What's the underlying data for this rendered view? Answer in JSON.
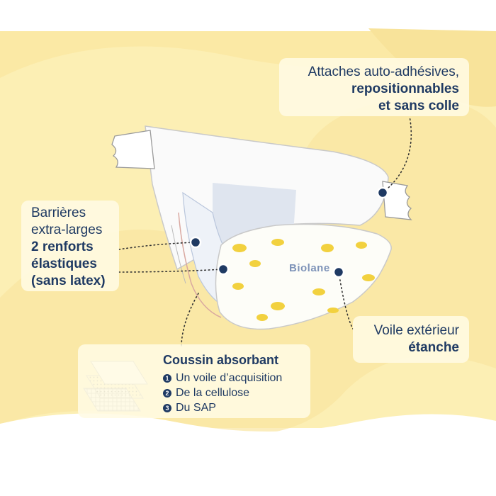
{
  "labels": {
    "attaches": {
      "line1": "Attaches auto-adhésives,",
      "line2": "repositionnables",
      "line3": "et sans colle"
    },
    "barrieres": {
      "line1": "Barrières",
      "line2": "extra-larges",
      "line3": "2 renforts",
      "line4": "élastiques",
      "line5": "(sans latex)"
    },
    "voile": {
      "line1": "Voile extérieur",
      "line2": "étanche"
    },
    "coussin": {
      "title": "Coussin absorbant",
      "items": [
        {
          "num": "1",
          "text": "Un voile d’acquisition"
        },
        {
          "num": "2",
          "text": "De la cellulose"
        },
        {
          "num": "3",
          "text": "Du SAP"
        }
      ]
    }
  },
  "product": {
    "brand": "Biolane"
  },
  "colors": {
    "navy": "#1f3a63",
    "yellow_light": "#fcefb4",
    "yellow_mid": "#f8e39a",
    "label_bg": "#fffae4"
  },
  "icons": [
    "diaper-illustration",
    "layer-stack-icon",
    "callout-dot-icon"
  ]
}
